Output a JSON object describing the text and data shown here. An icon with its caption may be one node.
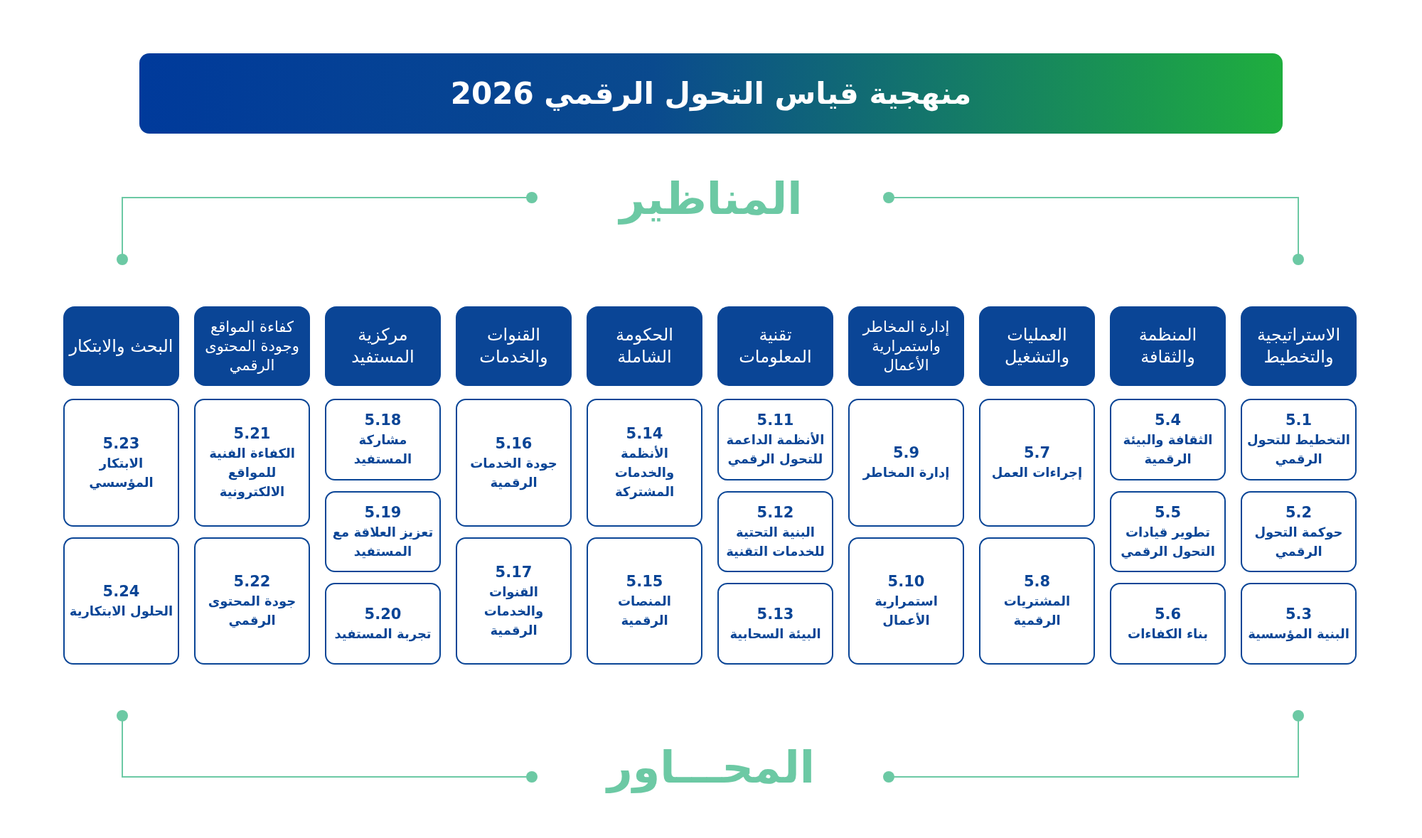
{
  "diagram": {
    "title": "منهجية قياس التحول الرقمي 2026",
    "nodes": [
      {
        "text": [
          "الاستراتيجية والتخطيط"
        ]
      },
      {
        "text": [
          "5.1",
          "التخطيط للتحول الرقمي"
        ]
      },
      {
        "text": [
          "5.2",
          "حوكمة التحول الرقمي"
        ]
      },
      {
        "text": [
          "5.3",
          "البنية المؤسسية"
        ]
      },
      {
        "text": [
          "المنظمة والثقافة"
        ]
      },
      {
        "text": [
          "5.4",
          "الثقافة والبيئة الرقمية"
        ]
      },
      {
        "text": [
          "5.5",
          "تطوير قيادات التحول الرقمي"
        ]
      },
      {
        "text": [
          "5.6",
          "بناء الكفاءات"
        ]
      },
      {
        "text": [
          "العمليات والتشغيل"
        ]
      },
      {
        "text": [
          "5.7",
          "إجراءات العمل"
        ]
      },
      {
        "text": [
          "5.8",
          "المشتريات الرقمية"
        ]
      },
      {
        "text": [
          "إدارة المخاطر واستمرارية الأعمال"
        ]
      },
      {
        "text": [
          "5.9",
          "إدارة المخاطر"
        ]
      },
      {
        "text": [
          "5.10",
          "استمرارية الأعمال"
        ]
      },
      {
        "text": [
          "تقنية المعلومات"
        ]
      },
      {
        "text": [
          "5.11",
          "الأنظمة الداعمة للتحول الرقمي"
        ]
      },
      {
        "text": [
          "5.12",
          "البنية التحتية للخدمات التقنية"
        ]
      },
      {
        "text": [
          "5.13",
          "البيئة السحابية"
        ]
      },
      {
        "text": [
          "الحكومة الشاملة"
        ]
      },
      {
        "text": [
          "5.14",
          "الأنظمة والخدمات المشتركة"
        ]
      },
      {
        "text": [
          "5.15",
          "المنصات الرقمية"
        ]
      },
      {
        "text": [
          "القنوات والخدمات"
        ]
      },
      {
        "text": [
          "5.16",
          "جودة الخدمات الرقمية"
        ]
      },
      {
        "text": [
          "5.17",
          "القنوات والخدمات الرقمية"
        ]
      },
      {
        "text": [
          "مركزية المستفيد"
        ]
      },
      {
        "text": [
          "5.18",
          "مشاركة المستفيد"
        ]
      },
      {
        "text": [
          "5.19",
          "تعزيز العلاقة مع المستفيد"
        ]
      },
      {
        "text": [
          "5.20",
          "تجربة المستفيد"
        ]
      },
      {
        "text": [
          "كفاءة المواقع وجودة المحتوى الرقمي"
        ]
      },
      {
        "text": [
          "5.21",
          "الكفاءة الفنية للمواقع الالكترونية"
        ]
      },
      {
        "text": [
          "5.22",
          "جودة المحتوى الرقمي"
        ]
      },
      {
        "text": [
          "البحث والابتكار"
        ]
      },
      {
        "text": [
          "5.23",
          "الابتكار المؤسسي"
        ]
      },
      {
        "text": [
          "5.24",
          "الحلول الابتكارية"
        ]
      }
    ],
    "labels": [
      "المناظير",
      "المحـــاور"
    ]
  }
}
